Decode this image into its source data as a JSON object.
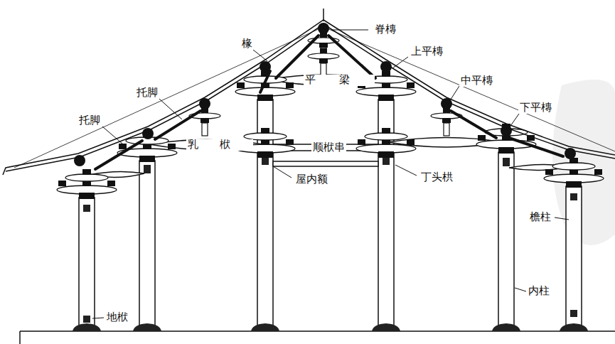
{
  "diagram": {
    "labels": [
      "脊槫",
      "椽",
      "上平槫",
      "托脚",
      "平梁",
      "中平槫",
      "下平槫",
      "托脚",
      "乳栿",
      "顺栿串",
      "丁头栱",
      "屋内额",
      "檐柱",
      "内柱",
      "地栿"
    ]
  }
}
